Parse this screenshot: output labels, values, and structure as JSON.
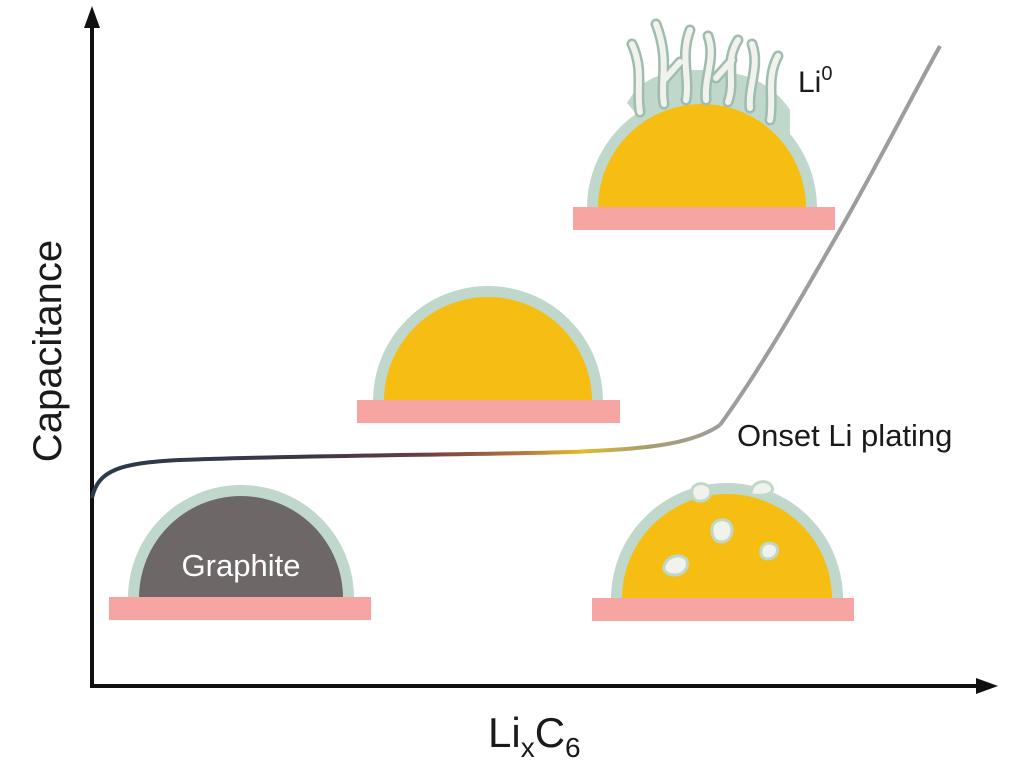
{
  "axes": {
    "y_label": "Capacitance",
    "x_label_base": "Li",
    "x_label_sub1": "x",
    "x_label_mid": "C",
    "x_label_sub2": "6"
  },
  "annotations": {
    "onset": "Onset Li plating",
    "li0_base": "Li",
    "li0_sup": "0",
    "graphite": "Graphite"
  },
  "colors": {
    "graphite": "#6e6768",
    "lithiated": "#f6bd12",
    "sei": "#bfd8cb",
    "substrate": "#f6a5a3",
    "lithium": "#f2f2ec",
    "curve": "#9d9d9d",
    "axis": "#111111"
  }
}
